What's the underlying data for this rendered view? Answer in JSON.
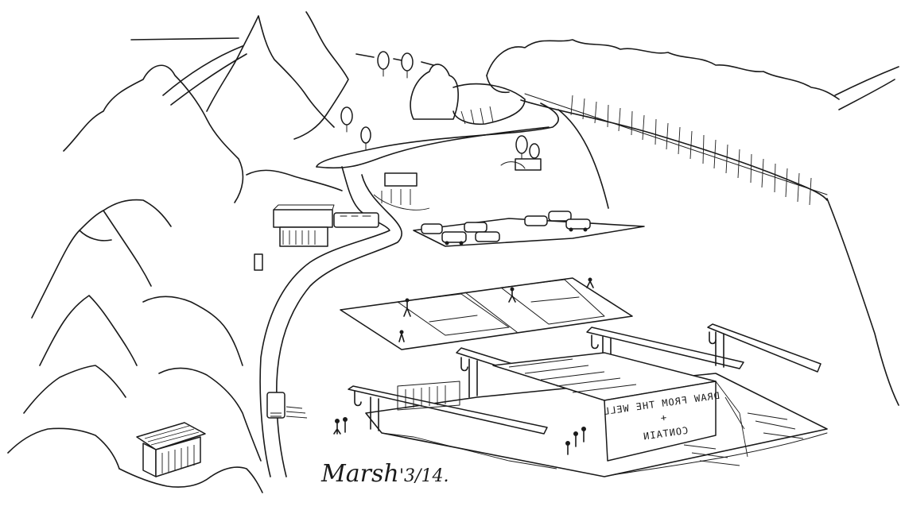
{
  "sign": {
    "line1": "DRAW FROM THE WELL",
    "line2": "+",
    "line3": "CONTAIN"
  },
  "signature": {
    "name": "Marsh",
    "date": "'3/14."
  }
}
